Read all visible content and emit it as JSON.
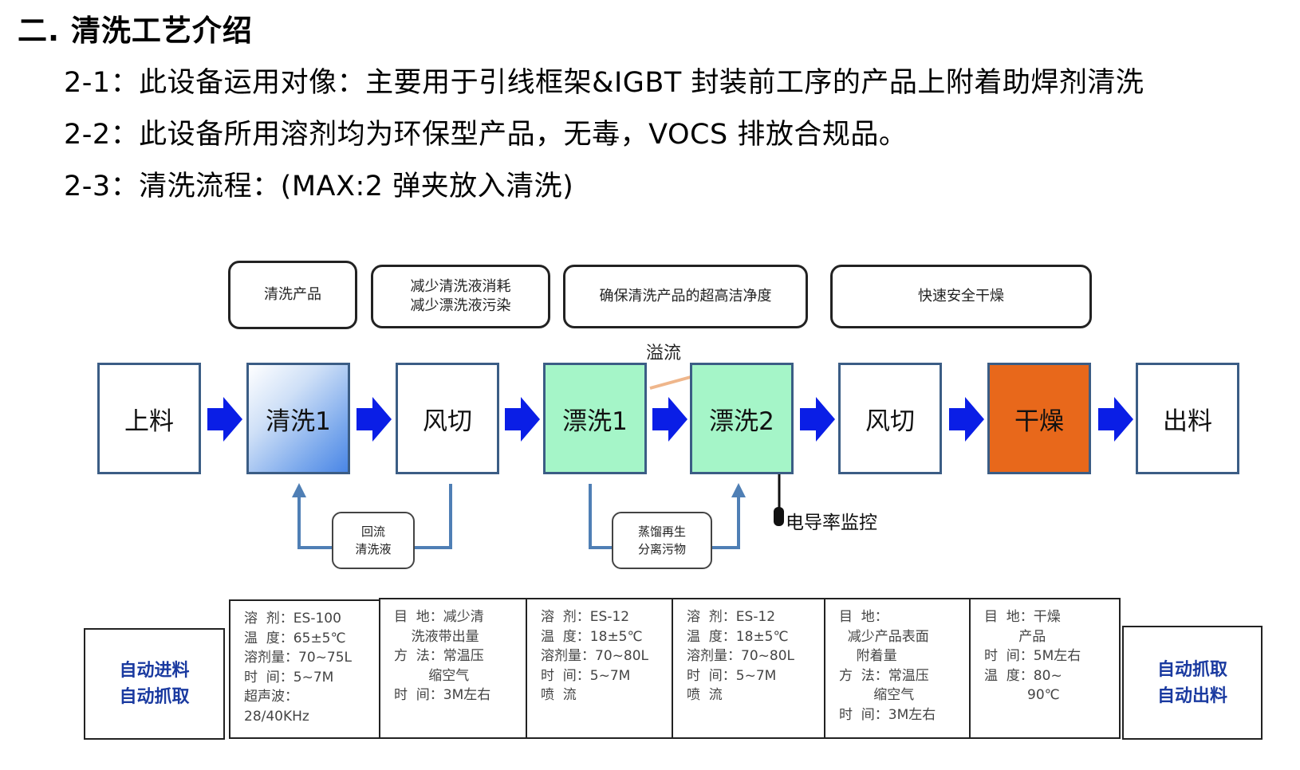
{
  "heading": "二. 清洗工艺介绍",
  "lines": [
    "2-1：此设备运用对像：主要用于引线框架&IGBT 封装前工序的产品上附着助焊剂清洗",
    "2-2：此设备所用溶剂均为环保型产品，无毒，VOCS 排放合规品。",
    "2-3：清洗流程：(MAX:2 弹夹放入清洗)"
  ],
  "notes": [
    "清洗产品",
    "减少清洗液消耗\n减少漂洗液污染",
    "确保清洗产品的超高洁净度",
    "快速安全干燥"
  ],
  "steps": [
    {
      "label": "上料",
      "style": "white"
    },
    {
      "label": "清洗1",
      "style": "gradient"
    },
    {
      "label": "风切",
      "style": "white"
    },
    {
      "label": "漂洗1",
      "style": "green"
    },
    {
      "label": "漂洗2",
      "style": "green"
    },
    {
      "label": "风切",
      "style": "white"
    },
    {
      "label": "干燥",
      "style": "orange"
    },
    {
      "label": "出料",
      "style": "white"
    }
  ],
  "overflow_label": "溢流",
  "loops": [
    "回流\n清洗液",
    "蒸馏再生\n分离污物"
  ],
  "conductivity_label": "电导率监控",
  "side_left": "自动进料\n自动抓取",
  "side_right": "自动抓取\n自动出料",
  "specs": [
    "溶  剂：ES-100\n温  度：65±5℃\n溶剂量：70~75L\n时  间：5~7M\n超声波：\n28/40KHz",
    "目  地：减少清\n    洗液带出量\n方  法：常温压\n        缩空气\n时  间：3M左右",
    "溶  剂：ES-12\n温  度：18±5℃\n溶剂量：70~80L\n时  间：5~7M\n喷  流",
    "溶  剂：ES-12\n温  度：18±5℃\n溶剂量：70~80L\n时  间：5~7M\n喷  流",
    "目  地：\n  减少产品表面\n    附着量\n方  法：常温压\n        缩空气\n时  间：3M左右",
    "目  地：干燥\n        产品\n时  间：5M左右\n温  度：80~\n          90℃"
  ],
  "colors": {
    "arrow": "#0a1ee6",
    "step_border": "#3b5d85",
    "loop_line": "#4f7fb5",
    "overflow_line": "#efb68b",
    "green": "#a5f5c8",
    "orange": "#e8681b",
    "side_text": "#1a3aa0"
  }
}
